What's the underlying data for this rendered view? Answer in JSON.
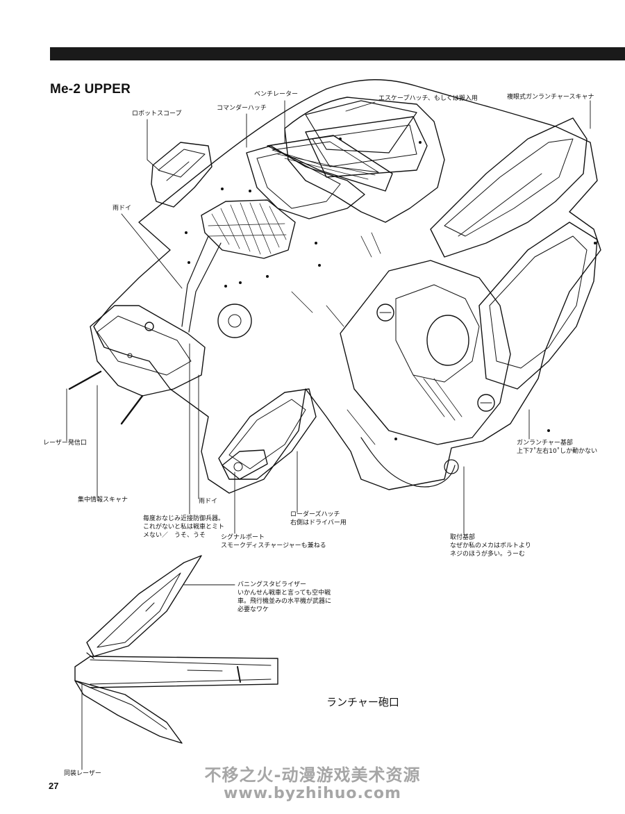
{
  "page": {
    "title": "Me-2 UPPER",
    "page_number": "27"
  },
  "labels": {
    "robot_scope": "ロボットスコープ",
    "commander_hatch": "コマンダーハッチ",
    "ventilator": "ベンチレーター",
    "escape_hatch": "エスケープハッチ、もしくは搬入用",
    "compound_scanner": "複眼式ガンランチャースキャナ",
    "rain_gutter_1": "雨ドイ",
    "laser_emitter": "レーザー発信口",
    "info_scanner": "集中情報スキャナ",
    "rain_gutter_2": "雨ドイ",
    "defense_weapon": [
      "毎度おなじみ近接防御兵器。",
      "これがないと私は戦車とミト",
      "メない／　うそ、うそ"
    ],
    "signal_port": [
      "シグナルポート",
      "スモークディスチャージャーも兼ねる"
    ],
    "loader_hatch": [
      "ローダーズハッチ",
      "右側はドライバー用"
    ],
    "mount_base": [
      "取付基部",
      "なぜか私のメカはボルトより",
      "ネジのほうが多い。うーむ"
    ],
    "gun_launcher_base": [
      "ガンランチャー基部",
      "上下7˚左右10˚しか動かない"
    ],
    "banking_stabilizer": [
      "バニングスタビライザー",
      "いかんせん戦車と言っても空中戦",
      "車。飛行機並みの水平機が武器に",
      "必要なワケ"
    ],
    "launcher_muzzle": "ランチャー砲口",
    "coaxial_laser": "同装レーザー"
  },
  "watermark": {
    "line1": "不移之火-动漫游戏美术资源",
    "line2": "www.byzhihuo.com"
  }
}
